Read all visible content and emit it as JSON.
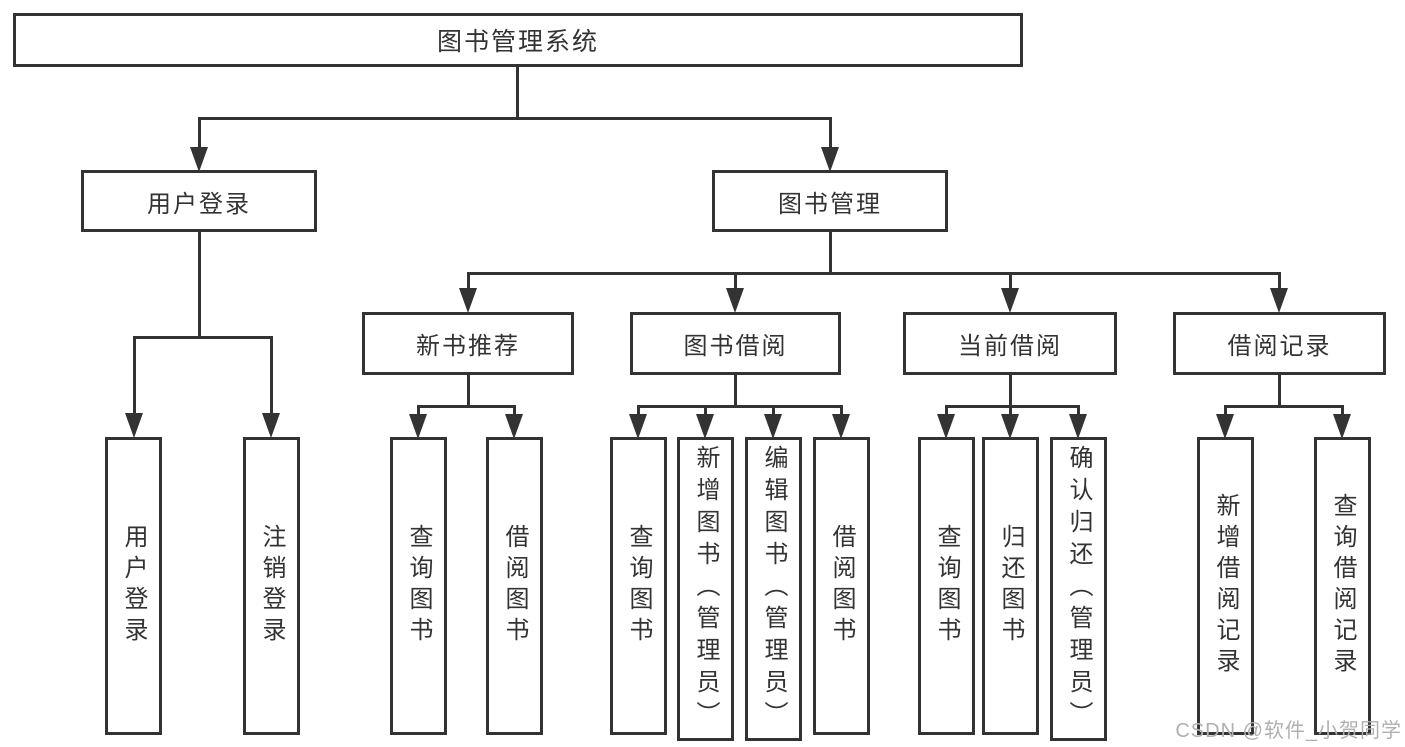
{
  "diagram": {
    "root": {
      "label": "图书管理系统"
    },
    "branches": [
      {
        "label": "用户登录",
        "children": [
          {
            "label": "用户登录"
          },
          {
            "label": "注销登录"
          }
        ]
      },
      {
        "label": "图书管理",
        "children": [
          {
            "label": "新书推荐",
            "children": [
              {
                "label": "查询图书"
              },
              {
                "label": "借阅图书"
              }
            ]
          },
          {
            "label": "图书借阅",
            "children": [
              {
                "label": "查询图书"
              },
              {
                "label": "新增图书（管理员）"
              },
              {
                "label": "编辑图书（管理员）"
              },
              {
                "label": "借阅图书"
              }
            ]
          },
          {
            "label": "当前借阅",
            "children": [
              {
                "label": "查询图书"
              },
              {
                "label": "归还图书"
              },
              {
                "label": "确认归还（管理员）"
              }
            ]
          },
          {
            "label": "借阅记录",
            "children": [
              {
                "label": "新增借阅记录"
              },
              {
                "label": "查询借阅记录"
              }
            ]
          }
        ]
      }
    ]
  },
  "watermark": {
    "text": "CSDN @软件_小贺同学"
  },
  "colors": {
    "line": "#333333",
    "box_border": "#333333",
    "text": "#333333",
    "background": "#ffffff",
    "watermark": "#b0b0b0"
  }
}
